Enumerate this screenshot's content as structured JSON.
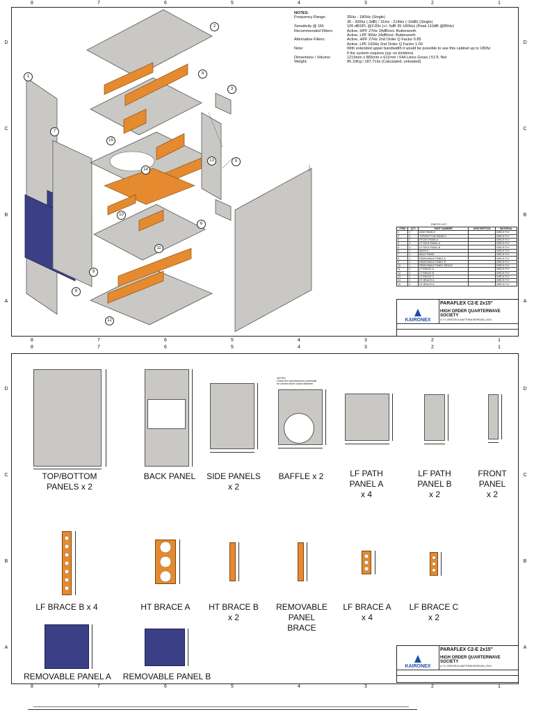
{
  "zones_top": [
    "8",
    "7",
    "6",
    "5",
    "4",
    "3",
    "2",
    "1"
  ],
  "zones_side": [
    "D",
    "C",
    "B",
    "A"
  ],
  "notes": {
    "heading": "NOTES:",
    "rows": [
      {
        "k": "Frequency Range:",
        "v": "35Hz - 180Hz (Single)"
      },
      {
        "k": "",
        "v": "35 - 200hz (-3dB) / 31Hz - 214Hz (-10dB) (Single)"
      },
      {
        "k": "Sensitivity @ 1M:",
        "v": "105 dBSPL @2.83v (+/- 5dB 35-180Hz) (Peak 110dB @85Hz)"
      },
      {
        "k": "Recommended Filters:",
        "v": "Active, HPF 27Hz 24dB/oct. Butterworth"
      },
      {
        "k": "",
        "v": "Active, LPF 90Hz 24dB/oct. Butterworth"
      },
      {
        "k": "Alternative Filters:",
        "v": "Active, HPF 27Hz 2nd Order Q Factor 0.85"
      },
      {
        "k": "",
        "v": "Active, LPF 100Hz 2nd Order Q Factor 1.00"
      },
      {
        "k": "Note:",
        "v": "With extended upper bandwidth it would be possible to use this cabinet up to 180hz"
      },
      {
        "k": "",
        "v": "if the system requires (eg: no kickbins)"
      },
      {
        "k": "Dimentions / Volume:",
        "v": "1219mm x 865mm x 611mm / 644 Litres Gross | 517L Net"
      },
      {
        "k": "Weight:",
        "v": "85.10Kg / 187.7Lbs (Calculated, unloaded)"
      }
    ]
  },
  "parts_list": {
    "title": "PARTS LIST",
    "headers": [
      "ITEM",
      "QTY",
      "PART NUMBER",
      "DESCRIPTION",
      "MATERIAL"
    ],
    "rows": [
      [
        "1",
        "2",
        "SIDE PANELS",
        "",
        "BIRCH PLY"
      ],
      [
        "2",
        "2",
        "TOP/BOTTOM PANELS",
        "",
        "BIRCH PLY"
      ],
      [
        "3",
        "2",
        "FRONT PANELS",
        "",
        "BIRCH PLY"
      ],
      [
        "4",
        "4",
        "LF PATH PANEL A",
        "",
        "BIRCH PLY"
      ],
      [
        "5",
        "2",
        "LF PATH PANEL B",
        "",
        "BIRCH PLY"
      ],
      [
        "6",
        "2",
        "BAFFLE",
        "",
        "BIRCH PLY"
      ],
      [
        "7",
        "1",
        "BACK PANEL",
        "",
        "BIRCH PLY"
      ],
      [
        "8",
        "1",
        "REMOVABLE PANEL A",
        "",
        "BIRCH PLY"
      ],
      [
        "9",
        "1",
        "REMOVABLE PANEL B",
        "",
        "BIRCH PLY"
      ],
      [
        "10",
        "1",
        "REMOVABLE PANEL BRACE",
        "",
        "BIRCH PLY"
      ],
      [
        "11",
        "4",
        "LF BRACE A",
        "",
        "BIRCH PLY"
      ],
      [
        "12",
        "4",
        "LF BRACE B",
        "",
        "BIRCH PLY"
      ],
      [
        "13",
        "2",
        "LF BRACE C",
        "",
        "BIRCH PLY"
      ],
      [
        "14",
        "1",
        "HT BRACE A",
        "",
        "BIRCH PLY"
      ],
      [
        "15",
        "2",
        "HT BRACE B",
        "",
        "BIRCH PLY"
      ]
    ]
  },
  "title_block": {
    "project": "PARAFLEX C2-E 2x15\"",
    "society": "HIGH ORDER QUARTERWAVE SOCIETY",
    "logo": "KAIRONEX",
    "authors": "A.T.V. DENTON & MATTHEW MORGAN | 2019"
  },
  "callouts": [
    "1",
    "2",
    "3",
    "4",
    "5",
    "6",
    "7",
    "8",
    "9",
    "10",
    "11",
    "12",
    "13",
    "14",
    "15"
  ],
  "sheet2": {
    "notes": "NOTES:\nCheck the manufacturers schematic\nfor correct driver cutout diameter",
    "labels": {
      "top_bottom": "TOP/BOTTOM\nPANELS x 2",
      "back_panel": "BACK PANEL",
      "side_panels": "SIDE PANELS\nx 2",
      "baffle": "BAFFLE x 2",
      "lf_path_a": "LF PATH\nPANEL A\nx 4",
      "lf_path_b": "LF PATH\nPANEL B\nx 2",
      "front_panel": "FRONT\nPANEL\nx 2",
      "lf_brace_b": "LF BRACE B x 4",
      "ht_brace_a": "HT BRACE A",
      "ht_brace_b": "HT BRACE B\nx 2",
      "removable_brace": "REMOVABLE\nPANEL\nBRACE",
      "lf_brace_a": "LF BRACE A\nx 4",
      "lf_brace_c": "LF BRACE C\nx 2",
      "removable_a": "REMOVABLE PANEL A",
      "removable_b": "REMOVABLE PANEL B"
    }
  },
  "colors": {
    "panel": "#c9c8c4",
    "brace": "#e58a2e",
    "removable": "#3a3f86",
    "frame": "#222222"
  }
}
